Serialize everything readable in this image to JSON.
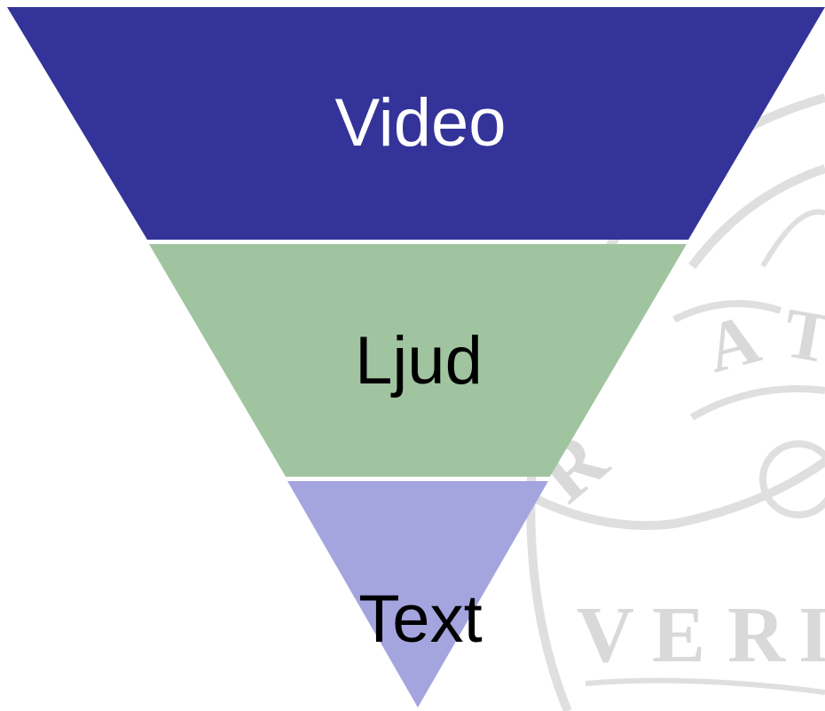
{
  "diagram": {
    "type": "inverted-funnel",
    "layers": [
      {
        "label": "Video",
        "fill": "#333399",
        "text_color": "#ffffff"
      },
      {
        "label": "Ljud",
        "fill": "#A0C49F",
        "text_color": "#000000"
      },
      {
        "label": "Text",
        "fill": "#A4A4DF",
        "text_color": "#000000"
      }
    ],
    "background_watermark": {
      "kind": "seal",
      "letters": [
        "R",
        "A",
        "T",
        "V",
        "E",
        "R",
        "I"
      ],
      "color": "#d9d9d9"
    }
  }
}
